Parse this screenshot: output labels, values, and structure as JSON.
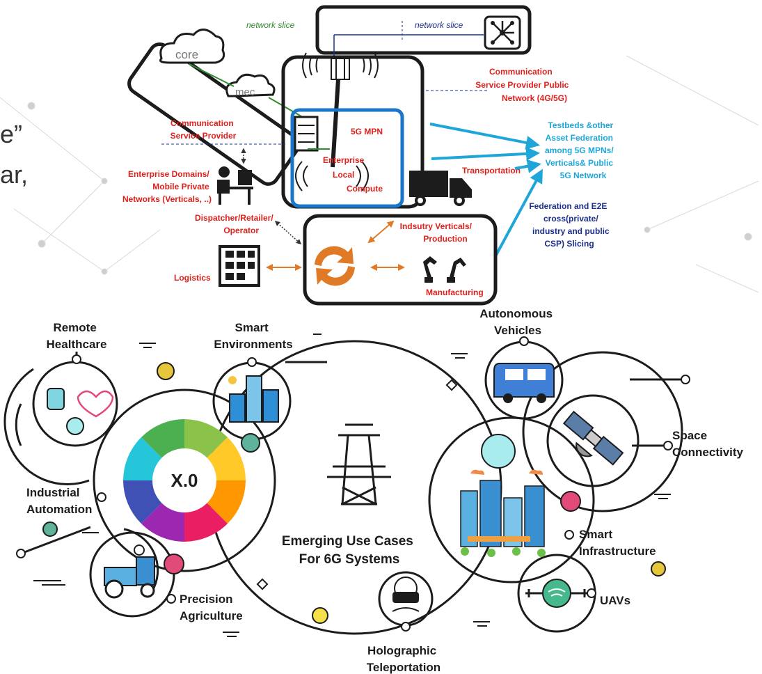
{
  "left_fragments": [
    "e”",
    "ar,"
  ],
  "top_diagram": {
    "network_slice_green": "network slice",
    "network_slice_blue": "network slice",
    "cloud_core": "core",
    "cloud_mec": "mec",
    "csp_public_lines": [
      "Communication",
      "Service Provider Public",
      "Network (4G/5G)"
    ],
    "csp_lines": [
      "Communication",
      "Service Provider"
    ],
    "mpn_label": "5G MPN",
    "local_compute_lines": [
      "Enterprise",
      "Local",
      "Compute"
    ],
    "enterprise_lines": [
      "Enterprise Domains/",
      "Mobile Private",
      "Networks (Verticals, ..)"
    ],
    "transportation": "Transportation",
    "testbeds_lines": [
      "Testbeds &other",
      "Asset Federation",
      "among 5G MPNs/",
      "Verticals& Public",
      "5G Network"
    ],
    "federation_lines": [
      "Federation and E2E",
      "cross(private/",
      "industry and public",
      "CSP) Slicing"
    ],
    "dispatcher_lines": [
      "Dispatcher/Retailer/",
      "Operator"
    ],
    "industry_lines": [
      "Indsutry Verticals/",
      "Production"
    ],
    "logistics": "Logistics",
    "manufacturing": "Manufacturing"
  },
  "bottom_diagram": {
    "center_title_lines": [
      "Emerging Use Cases",
      "For 6G Systems"
    ],
    "hub_label": "X.0",
    "use_cases": {
      "remote_healthcare": [
        "Remote",
        "Healthcare"
      ],
      "smart_environments": [
        "Smart",
        "Environments"
      ],
      "autonomous_vehicles": [
        "Autonomous",
        "Vehicles"
      ],
      "space_connectivity": [
        "Space",
        "Connectivity"
      ],
      "industrial_automation": [
        "Industrial",
        "Automation"
      ],
      "smart_infrastructure": [
        "Smart",
        "Infrastructure"
      ],
      "precision_agriculture": [
        "Precision",
        "Agriculture"
      ],
      "uavs": [
        "UAVs"
      ],
      "holographic_teleportation": [
        "Holographic",
        "Teleportation"
      ]
    }
  },
  "colors": {
    "red_text": "#e0201b",
    "cyan": "#1fa6d8",
    "blue_box": "#1976c8",
    "orange": "#e07a26",
    "dark": "#1c1c1c"
  }
}
